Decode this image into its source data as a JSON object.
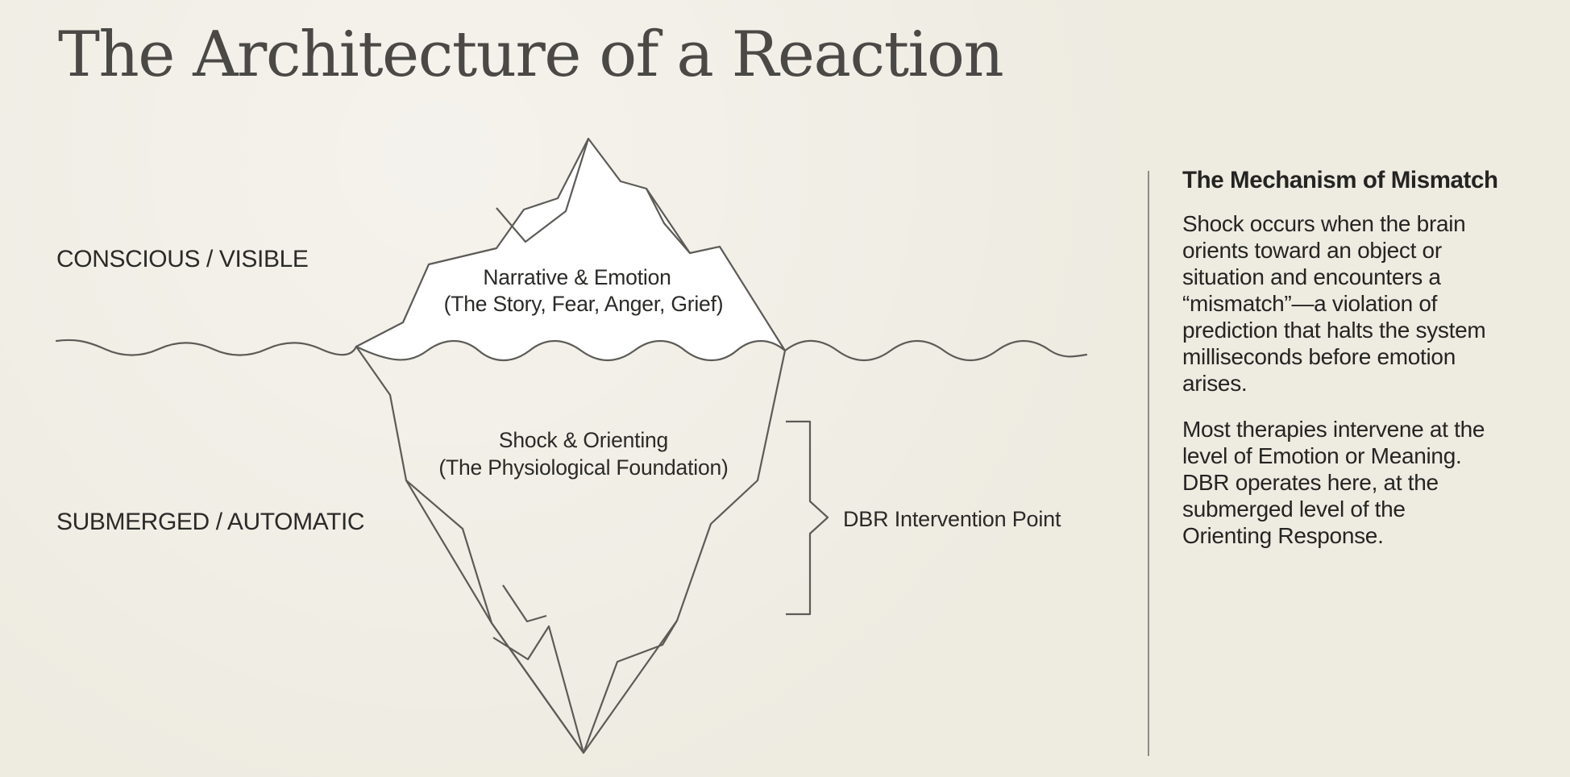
{
  "title": "The Architecture of a Reaction",
  "diagram": {
    "zones": {
      "upper": "CONSCIOUS / VISIBLE",
      "lower": "SUBMERGED / AUTOMATIC"
    },
    "tip": {
      "line1": "Narrative & Emotion",
      "line2": "(The Story, Fear, Anger, Grief)"
    },
    "base": {
      "line1": "Shock & Orienting",
      "line2": "(The Physiological Foundation)"
    },
    "intervention": "DBR Intervention Point"
  },
  "sidebar": {
    "heading": "The Mechanism of Mismatch",
    "paragraphs": [
      {
        "lines": [
          "Shock occurs when the brain",
          "orients toward an object or",
          "situation and encounters a",
          "“mismatch”—a violation of",
          "prediction that halts the system",
          "milliseconds before emotion",
          "arises."
        ]
      },
      {
        "lines": [
          "Most therapies intervene at the",
          "level of Emotion or Meaning.",
          "DBR operates here, at the",
          "submerged level of the",
          "Orienting Response."
        ]
      }
    ]
  },
  "colors": {
    "background": "#eeebe1",
    "ink": "#5c5b57",
    "ice_tip_fill": "#ffffff"
  }
}
